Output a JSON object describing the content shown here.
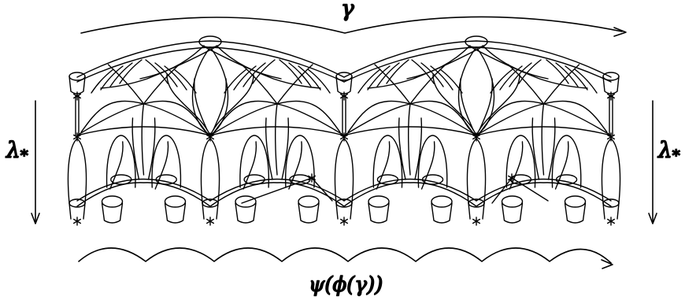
{
  "labels": {
    "top_arrow": "γ",
    "left_arrow": "λ",
    "left_arrow_sub": "*",
    "right_arrow": "λ",
    "right_arrow_sub": "*",
    "bottom_arrow": "ψ(ϕ(γ))"
  },
  "colors": {
    "ink": "#000000",
    "background": "#ffffff"
  }
}
